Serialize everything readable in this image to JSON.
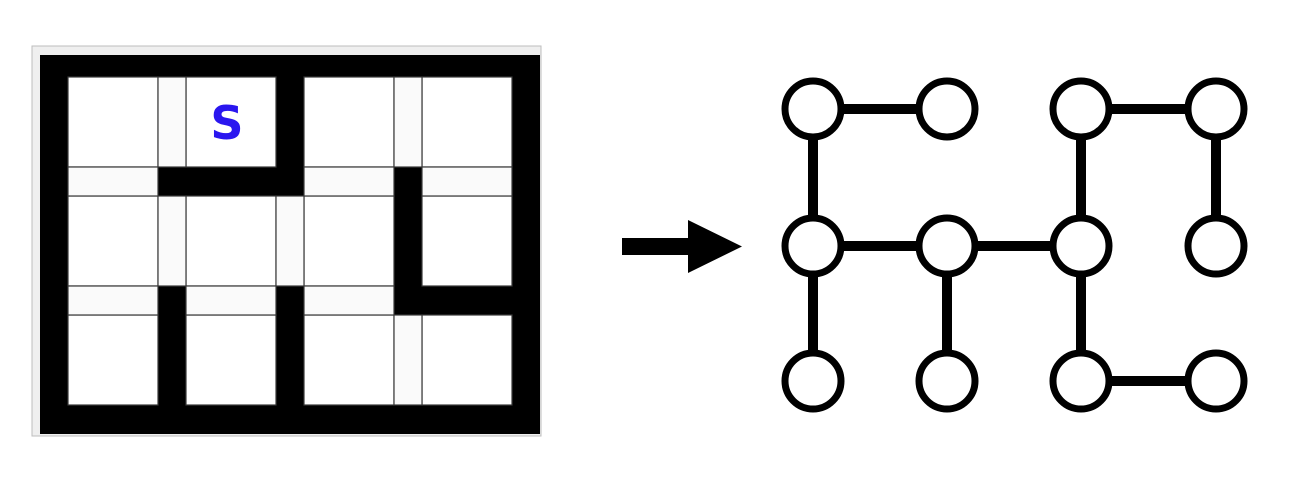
{
  "figure": {
    "title": "maze-to-graph-conversion",
    "colors": {
      "background": "#ffffff",
      "wall": "#000000",
      "cell_fill": "#ffffff",
      "passage_fill": "#fafafa",
      "cell_outline": "#383838",
      "panel_fill": "#efefef",
      "panel_outline": "#bdbdbd",
      "start_text": "#2a16ef",
      "node_fill": "#ffffff",
      "node_stroke": "#000000",
      "edge_stroke": "#000000",
      "arrow_fill": "#000000"
    }
  },
  "maze": {
    "rows": 3,
    "cols": 4,
    "start_label": "S",
    "start_cell": {
      "row": 0,
      "col": 1
    }
  },
  "graph": {
    "rows": 3,
    "cols": 4,
    "node_count": 12,
    "edges": [
      {
        "from": [
          0,
          0
        ],
        "to": [
          0,
          1
        ]
      },
      {
        "from": [
          0,
          2
        ],
        "to": [
          0,
          3
        ]
      },
      {
        "from": [
          1,
          0
        ],
        "to": [
          1,
          1
        ]
      },
      {
        "from": [
          1,
          1
        ],
        "to": [
          1,
          2
        ]
      },
      {
        "from": [
          2,
          2
        ],
        "to": [
          2,
          3
        ]
      },
      {
        "from": [
          0,
          0
        ],
        "to": [
          1,
          0
        ]
      },
      {
        "from": [
          1,
          0
        ],
        "to": [
          2,
          0
        ]
      },
      {
        "from": [
          1,
          1
        ],
        "to": [
          2,
          1
        ]
      },
      {
        "from": [
          0,
          2
        ],
        "to": [
          1,
          2
        ]
      },
      {
        "from": [
          1,
          2
        ],
        "to": [
          2,
          2
        ]
      },
      {
        "from": [
          0,
          3
        ],
        "to": [
          1,
          3
        ]
      }
    ]
  },
  "arrow": {
    "direction": "right"
  }
}
